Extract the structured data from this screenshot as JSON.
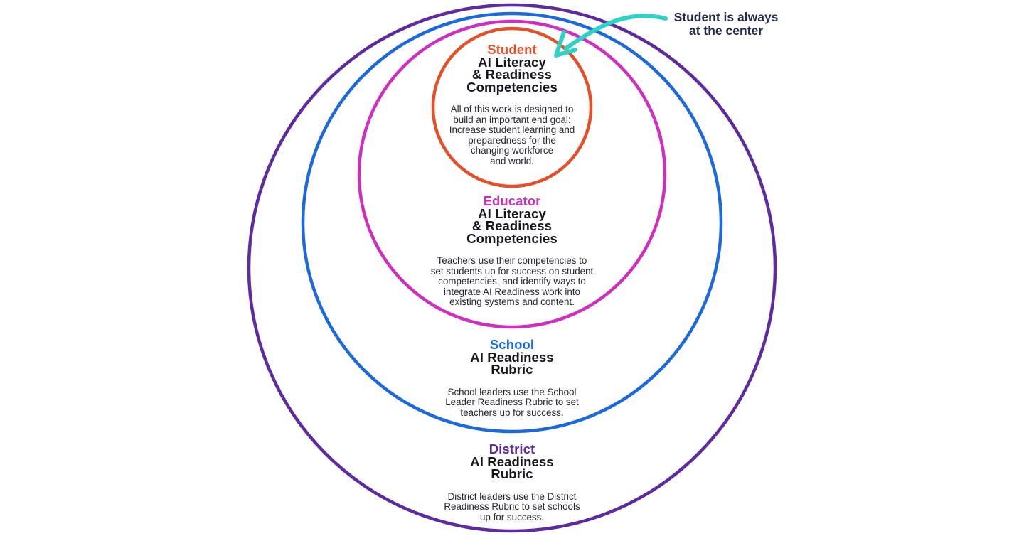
{
  "colors": {
    "background": "#ffffff",
    "heading_text": "#16161d",
    "body_text": "#26262e",
    "annotation_text": "#232848",
    "arrow_teal": "#2fd2c5"
  },
  "rings": [
    {
      "id": "student",
      "title": "Student",
      "color": "#e2522a",
      "subtitle": "AI Literacy\n& Readiness\nCompetencies",
      "body": "All of this work is designed to\nbuild an important end goal:\nIncrease student learning and\npreparedness for the\nchanging workforce\nand world."
    },
    {
      "id": "educator",
      "title": "Educator",
      "color": "#cc31bd",
      "subtitle": "AI Literacy\n& Readiness\nCompetencies",
      "body": "Teachers use their competencies to\nset students up for success on student\ncompetencies, and identify ways to\nintegrate AI Readiness work into\nexisting systems and content."
    },
    {
      "id": "school",
      "title": "School",
      "color": "#1d69da",
      "subtitle": "AI Readiness\nRubric",
      "body": "School leaders use the School\nLeader Readiness Rubric to set\nteachers up for success."
    },
    {
      "id": "district",
      "title": "District",
      "color": "#5e2b9e",
      "subtitle": "AI Readiness\nRubric",
      "body": "District leaders use the District\nReadiness Rubric to set schools\nup for success."
    }
  ],
  "annotation": {
    "label": "Student is always\nat the center",
    "arrow_color": "#2fd2c5"
  }
}
